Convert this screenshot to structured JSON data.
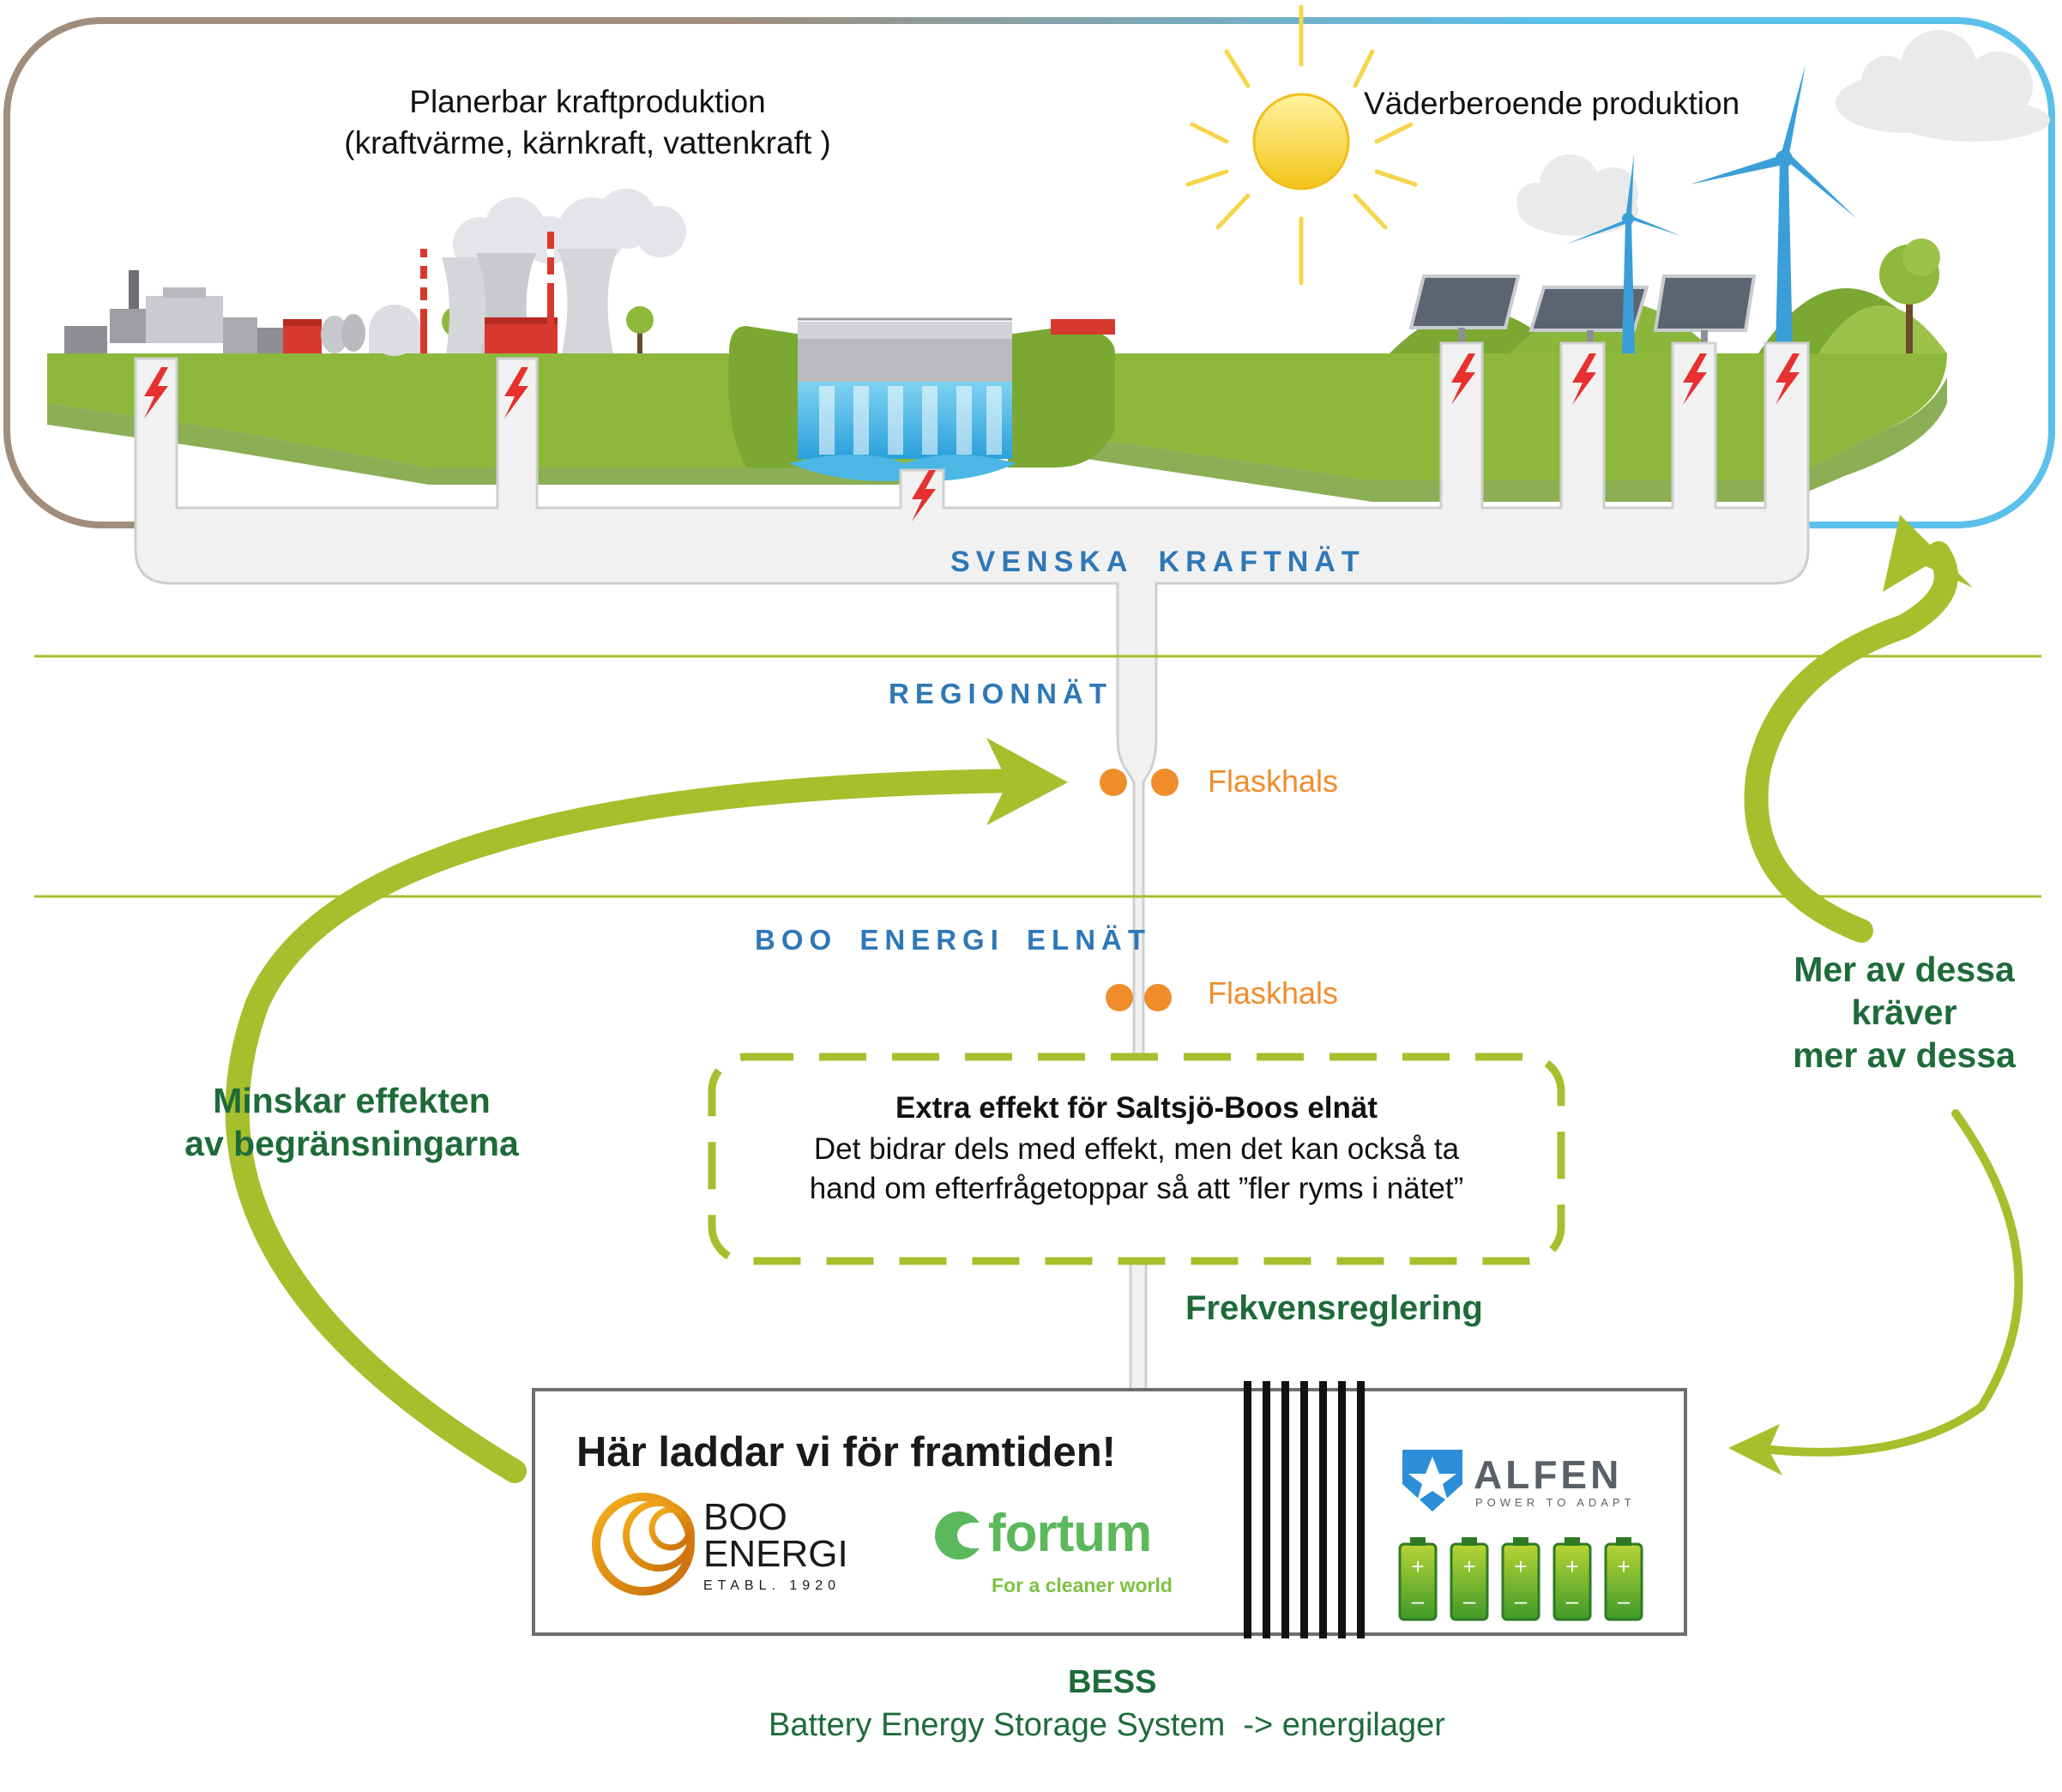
{
  "production": {
    "dispatchable_title": "Planerbar kraftproduktion",
    "dispatchable_subtitle": "(kraftvärme, kärnkraft, vattenkraft )",
    "weather_title": "Väderberoende produktion"
  },
  "grid": {
    "national": "SVENSKA KRAFTNÄT",
    "regional": "REGIONNÄT",
    "local": "BOO ENERGI ELNÄT",
    "bottleneck_1": "Flaskhals",
    "bottleneck_2": "Flaskhals"
  },
  "extra_box": {
    "title": "Extra effekt för Saltsjö-Boos elnät",
    "line1": "Det bidrar dels med effekt, men det kan också ta",
    "line2": "hand om efterfrågetoppar så att ”fler ryms i nätet”"
  },
  "notes": {
    "left_line1": "Minskar effekten",
    "left_line2": "av begränsningarna",
    "right_line1": "Mer av dessa",
    "right_line2": "kräver",
    "right_line3": "mer av dessa",
    "frequency": "Frekvensreglering"
  },
  "bess_box": {
    "headline": "Här laddar vi för framtiden!",
    "boo_line1": "BOO",
    "boo_line2": "ENERGI",
    "boo_tagline": "ETABL. 1920",
    "fortum_name": "fortum",
    "fortum_tagline": "For a cleaner world",
    "alfen_name": "ALFEN",
    "alfen_tagline": "POWER TO ADAPT"
  },
  "bess": {
    "title": "BESS",
    "subtitle": "Battery Energy Storage System  -> energilager"
  },
  "colors": {
    "accent_green": "#a6bf2c",
    "dark_green": "#1e6b3a",
    "blue_label": "#2f78b6",
    "orange": "#ef8d2c",
    "frame_brown": "#a18d7c",
    "frame_blue": "#5bc0ea",
    "grass": "#8db83b",
    "pipe": "#f1f1f1",
    "pipe_outline": "#cfcfcf",
    "lightning": "#e6312f"
  }
}
